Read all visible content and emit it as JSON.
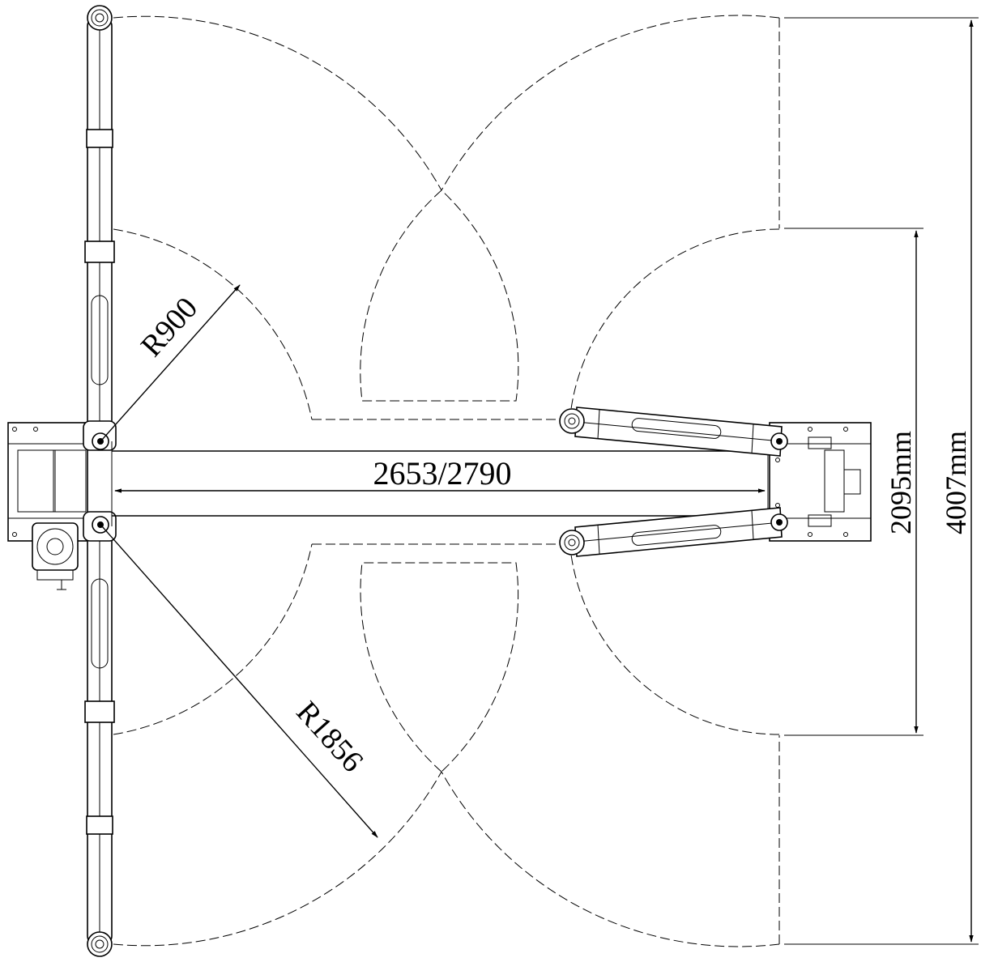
{
  "diagram": {
    "dimensions": {
      "radius_inner": "R900",
      "radius_outer": "R1856",
      "span_width": "2653/2790",
      "inner_height": "2095mm",
      "overall_height": "4007mm"
    }
  }
}
